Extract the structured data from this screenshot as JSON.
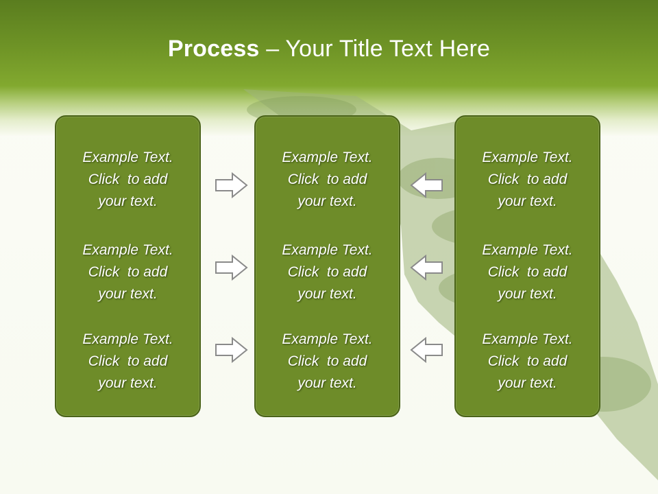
{
  "title": {
    "strong": "Process",
    "rest": " – Your Title Text Here"
  },
  "colors": {
    "header": "#6f9426",
    "panel_fill": "#6e8c29",
    "panel_border": "#4a6318",
    "arrow_fill": "#ffffff",
    "arrow_stroke": "#8a8a8a",
    "decoration": "#9cb07a"
  },
  "background_image": "green-grass-textured-hand-shape",
  "columns": [
    {
      "items": [
        {
          "line1": "Example Text.",
          "line2": "Click  to add",
          "line3": "your text."
        },
        {
          "line1": "Example Text.",
          "line2": "Click  to add",
          "line3": "your text."
        },
        {
          "line1": "Example Text.",
          "line2": "Click  to add",
          "line3": "your text."
        }
      ]
    },
    {
      "items": [
        {
          "line1": "Example Text.",
          "line2": "Click  to add",
          "line3": "your text."
        },
        {
          "line1": "Example Text.",
          "line2": "Click  to add",
          "line3": "your text."
        },
        {
          "line1": "Example Text.",
          "line2": "Click  to add",
          "line3": "your text."
        }
      ]
    },
    {
      "items": [
        {
          "line1": "Example Text.",
          "line2": "Click  to add",
          "line3": "your text."
        },
        {
          "line1": "Example Text.",
          "line2": "Click  to add",
          "line3": "your text."
        },
        {
          "line1": "Example Text.",
          "line2": "Click  to add",
          "line3": "your text."
        }
      ]
    }
  ],
  "arrows": {
    "left_group": "arrow-right-icon",
    "right_group": "arrow-left-icon"
  }
}
